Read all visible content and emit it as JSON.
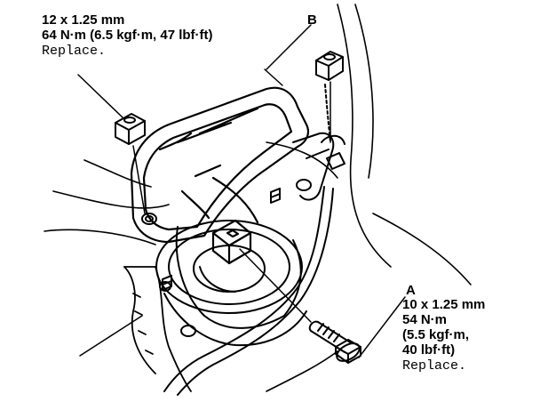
{
  "callout_top_left": {
    "size": "12 x 1.25 mm",
    "torque": "64 N·m (6.5 kgf·m, 47 lbf·ft)",
    "note": "Replace."
  },
  "label_b": "B",
  "callout_a": {
    "letter": "A",
    "size": "10 x 1.25 mm",
    "torque_nm": "54 N·m",
    "torque_kgf": "(5.5 kgf·m,",
    "torque_lbf": "40 lbf·ft)",
    "note": "Replace."
  },
  "colors": {
    "ink": "#000000",
    "paper": "#ffffff"
  }
}
